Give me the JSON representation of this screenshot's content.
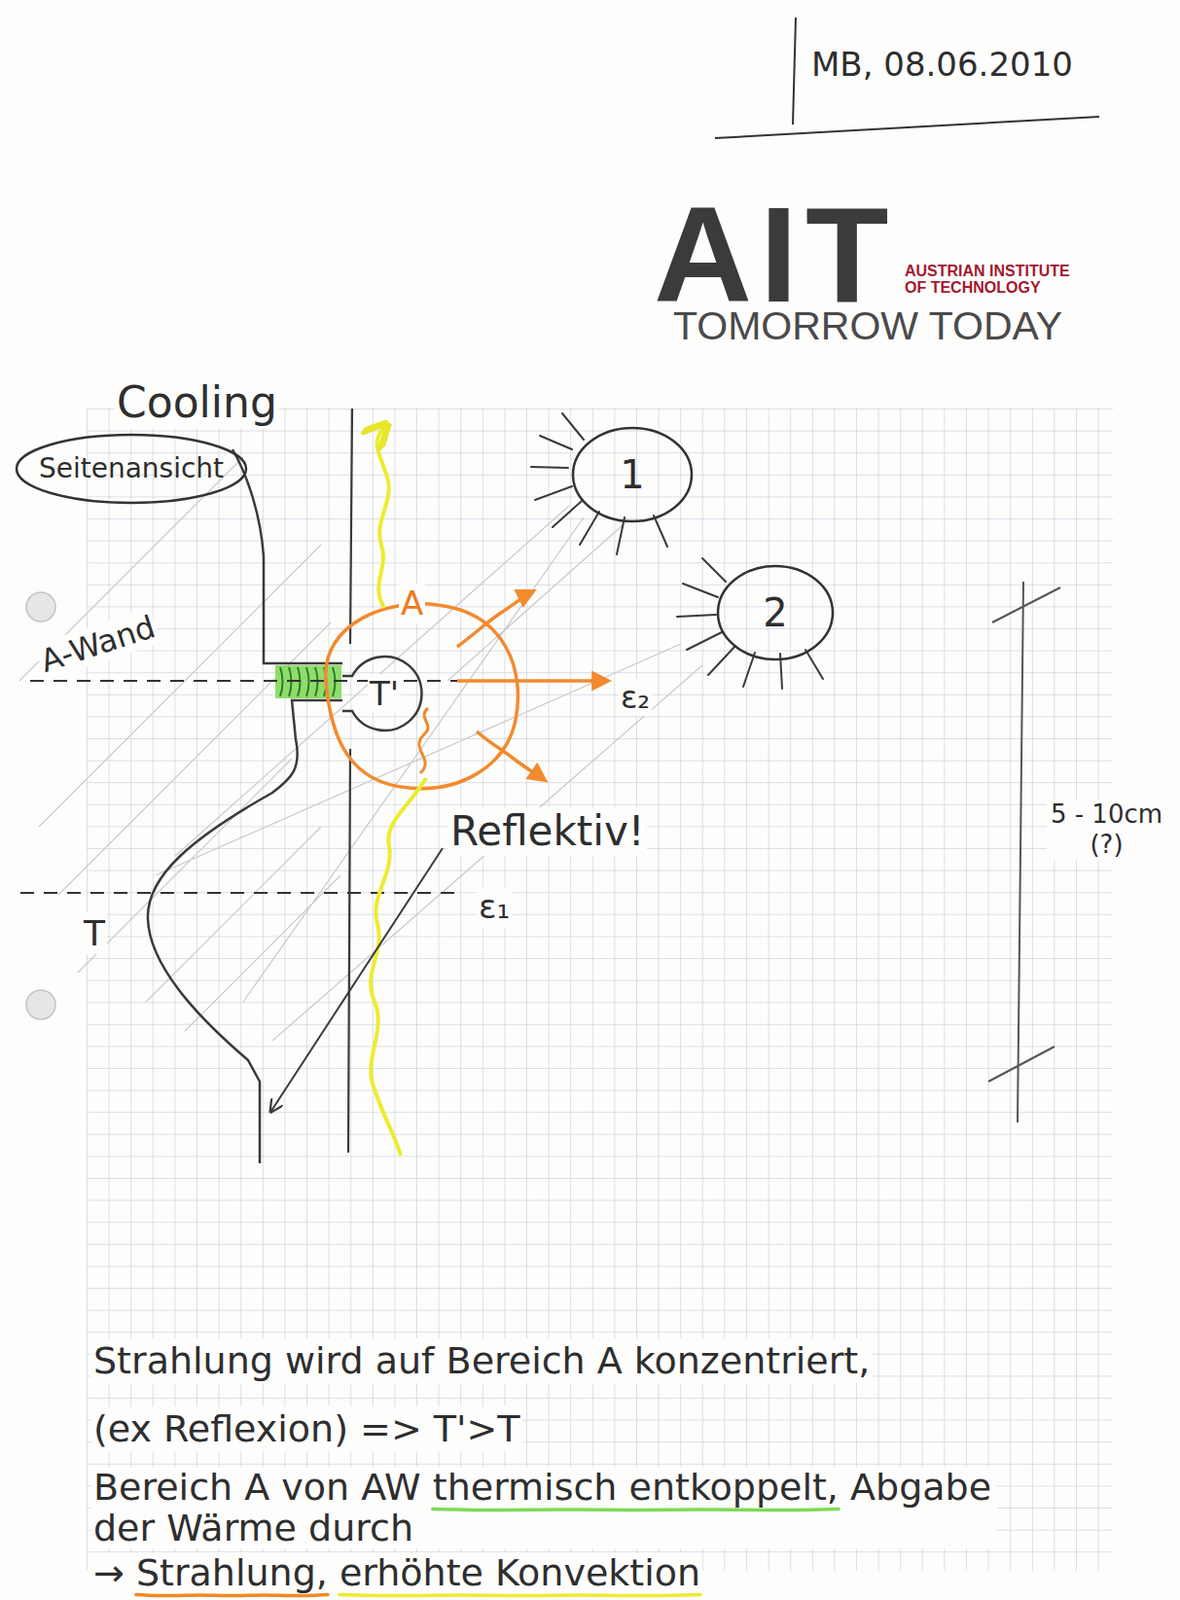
{
  "diagram": {
    "nodes": [
      {
        "text": [
          "Seitenansicht"
        ]
      },
      {
        "text": [
          "1"
        ]
      },
      {
        "text": [
          "2"
        ]
      }
    ],
    "labels": [
      "MB, 08.06.2010",
      "AIT",
      "AUSTRIAN INSTITUTE OF TECHNOLOGY",
      "TOMORROW TODAY",
      "Cooling",
      "A",
      "A-Wand",
      "T'",
      "ε₂",
      "5 - 10cm (?)",
      "ε₁",
      "T",
      "Reflektiv!",
      "Strahlung wird auf Bereich A konzentriert,",
      "(ex Reflexion) => T'>T",
      "Bereich A von AW thermisch entkoppelt, Abgabe der Wärme durch",
      "→ Strahlung, erhöhte Konvektion"
    ]
  }
}
